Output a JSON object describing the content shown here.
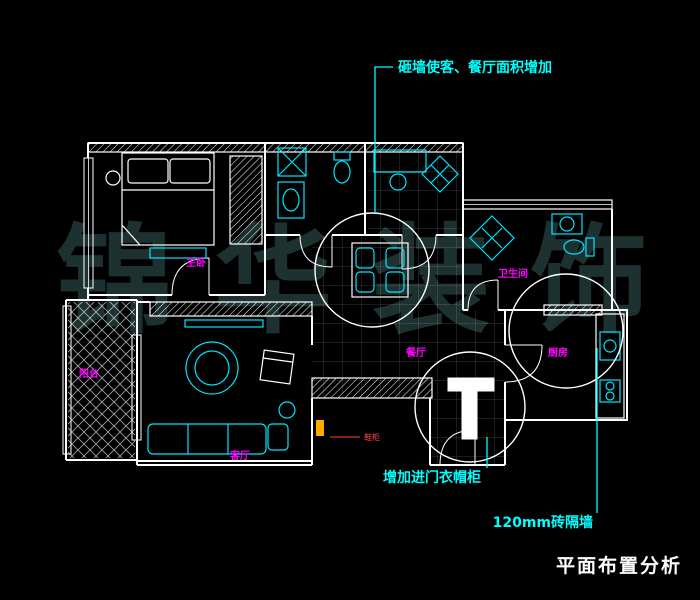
{
  "title": "平面布置分析",
  "watermark": "锦华装饰",
  "annotations": {
    "demolish_wall": "砸墙使客、餐厅面积增加",
    "coat_cabinet": "增加进门衣帽柜",
    "brick_partition": "120mm砖隔墙",
    "shoe_note": "鞋柜"
  },
  "room_labels": {
    "master_bedroom": "主卧",
    "balcony": "阳台",
    "living_room": "客厅",
    "dining_room": "餐厅",
    "bathroom": "卫生间",
    "kitchen": "厨房"
  },
  "colors": {
    "background": "#000000",
    "walls": "#ffffff",
    "furniture": "#00e5ff",
    "room_labels": "#ff00ff",
    "annotations": "#00ffff",
    "watermark": "#1e3131",
    "note": "#ff4444",
    "marker": "#ffaa00"
  }
}
